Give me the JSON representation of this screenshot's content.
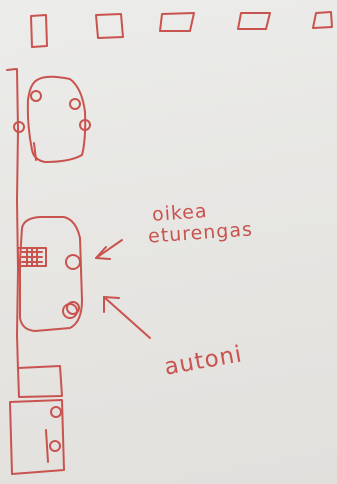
{
  "colors": {
    "ink": "#c9534e",
    "paper": "#e9e8e6"
  },
  "labels": {
    "line1": "oikea",
    "line2": "eturengas",
    "line3": "autoni"
  }
}
